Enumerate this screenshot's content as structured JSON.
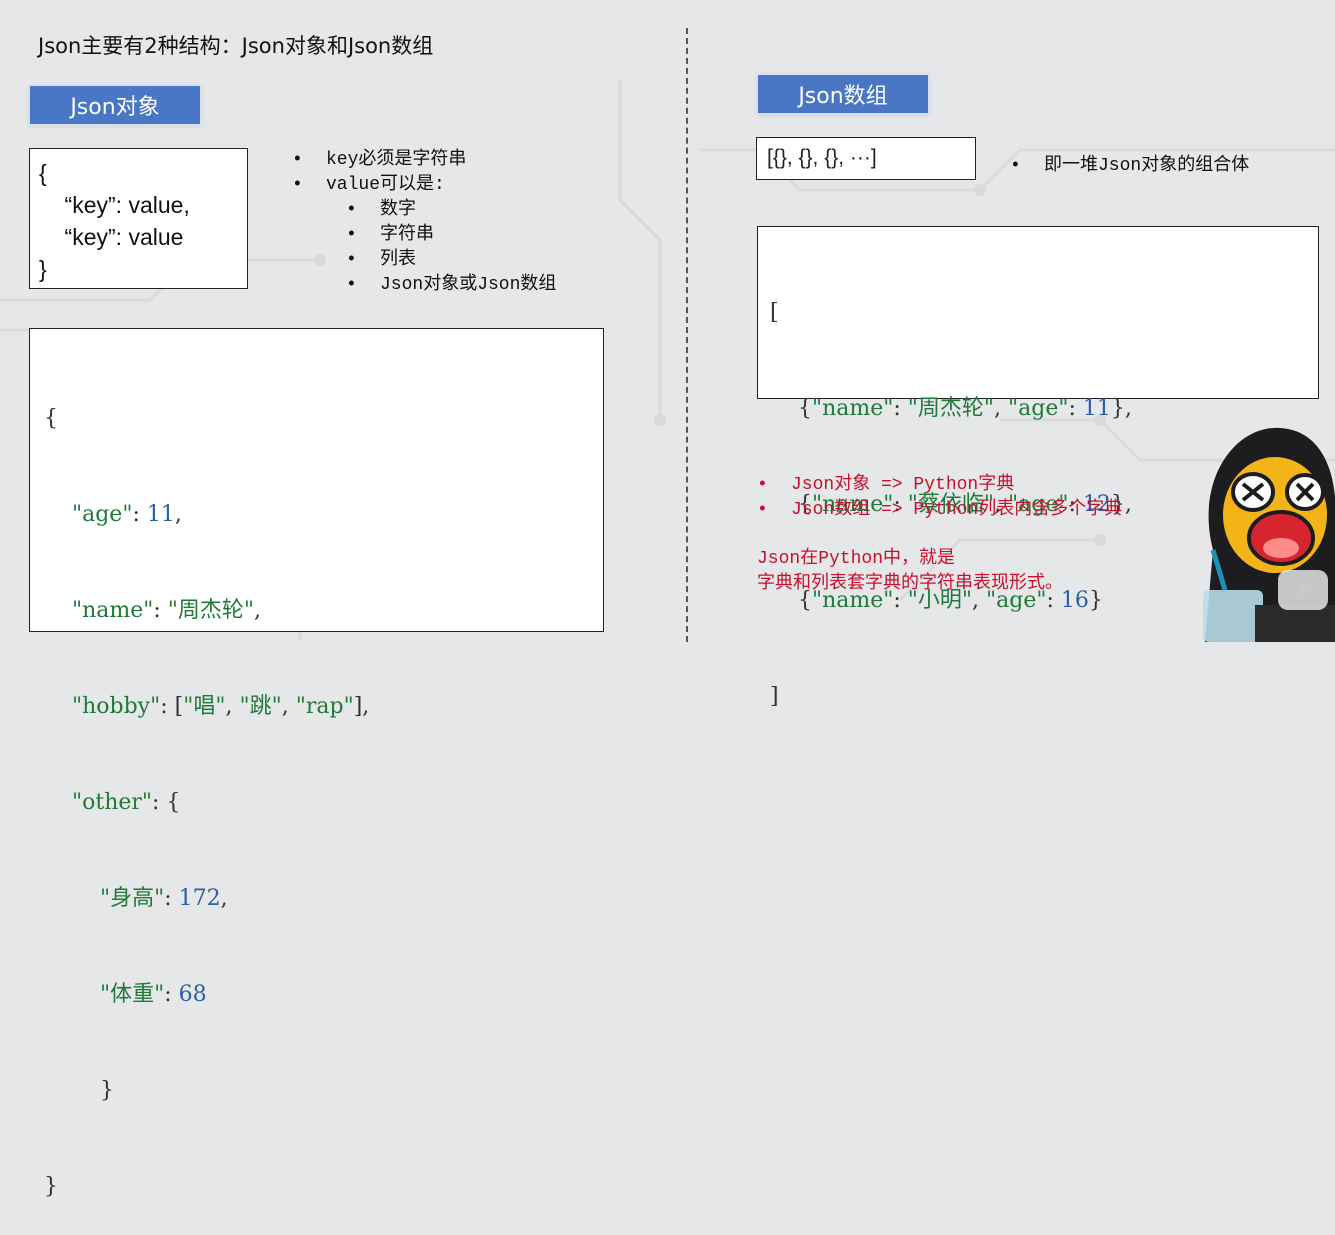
{
  "title": "Json主要有2种结构：Json对象和Json数组",
  "left": {
    "badge": "Json对象",
    "simple_object": {
      "lines": [
        "{",
        "    “key”: value,",
        "    “key”: value",
        "}"
      ]
    },
    "bullets": {
      "items": [
        "key必须是字符串",
        "value可以是:"
      ],
      "sub_items": [
        "数字",
        "字符串",
        "列表",
        "Json对象或Json数组"
      ]
    },
    "example": {
      "open": "{",
      "age_key": "\"age\"",
      "age_val": "11",
      "name_key": "\"name\"",
      "name_val": "\"周杰轮\"",
      "hobby_key": "\"hobby\"",
      "hobby_1": "\"唱\"",
      "hobby_2": "\"跳\"",
      "hobby_3": "\"rap\"",
      "other_key": "\"other\"",
      "height_key": "\"身高\"",
      "height_val": "172",
      "weight_key": "\"体重\"",
      "weight_val": "68",
      "inner_close": "}",
      "close": "}"
    }
  },
  "right": {
    "badge": "Json数组",
    "array_short": "[{}, {}, {}, ···]",
    "array_bullet": "即一堆Json对象的组合体",
    "example": {
      "open": "[",
      "close": "]",
      "rows": [
        {
          "name_key": "\"name\"",
          "name_val": "\"周杰轮\"",
          "age_key": "\"age\"",
          "age_val": "11",
          "end": "},"
        },
        {
          "name_key": "\"name\"",
          "name_val": "\"蔡依临\"",
          "age_key": "\"age\"",
          "age_val": "12",
          "end": "},"
        },
        {
          "name_key": "\"name\"",
          "name_val": "\"小明\"",
          "age_key": "\"age\"",
          "age_val": "16",
          "end": "}"
        }
      ]
    },
    "notes": {
      "items": [
        "Json对象 => Python字典",
        "Json数组 => Python列表内含多个字典"
      ],
      "summary_line1": "Json在Python中，就是",
      "summary_line2": "字典和列表套字典的字符串表现形式。"
    }
  },
  "colors": {
    "badge": "#4a76c6",
    "code_key": "#1f7a3a",
    "code_number": "#2b5ea7",
    "note_red": "#c8102e"
  },
  "icons": [
    "mascot-icon",
    "play-watermark-icon"
  ]
}
